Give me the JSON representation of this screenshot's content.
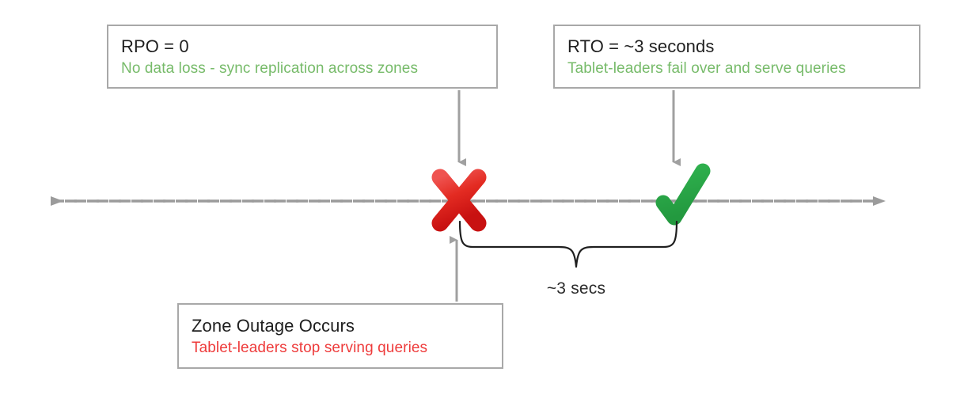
{
  "diagram": {
    "title": "RPO and RTO timeline for zone outage",
    "timeline": {
      "name": "time-axis",
      "style": "dashed",
      "color": "#9b9b9b",
      "left_arrow": true,
      "right_arrow": true
    },
    "markers": [
      {
        "id": "failure-marker",
        "icon": "cross-mark-icon",
        "label": "Zone outage point",
        "color": "#e02c26"
      },
      {
        "id": "recovery-marker",
        "icon": "check-mark-icon",
        "label": "Service restored point",
        "color": "#2aa84a"
      }
    ],
    "callouts": [
      {
        "id": "rpo",
        "title": "RPO = 0",
        "subtitle": "No data loss - sync replication across zones",
        "subtitle_color": "#77bb6a",
        "arrow": "down-arrow-icon"
      },
      {
        "id": "rto",
        "title": "RTO = ~3 seconds",
        "subtitle": "Tablet-leaders fail over and serve queries",
        "subtitle_color": "#77bb6a",
        "arrow": "down-arrow-icon"
      },
      {
        "id": "zone-outage",
        "title": "Zone Outage Occurs",
        "subtitle": "Tablet-leaders stop serving queries",
        "subtitle_color": "#ee3b3b",
        "arrow": "up-arrow-icon"
      }
    ],
    "span": {
      "id": "recovery-duration",
      "label": "~3 secs",
      "bracket": "curly-brace-icon"
    }
  }
}
